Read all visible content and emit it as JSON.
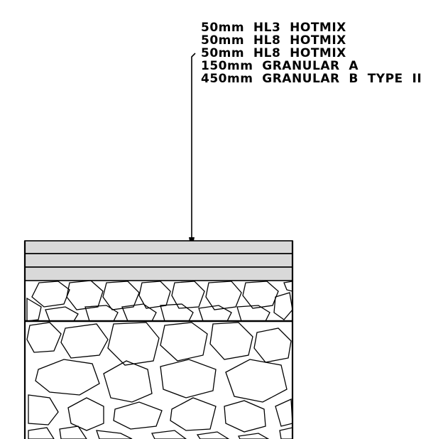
{
  "callout": {
    "layers": [
      "50mm  HL3  HOTMIX",
      "50mm  HL8  HOTMIX",
      "50mm  HL8  HOTMIX",
      "150mm  GRANULAR  A",
      "450mm  GRANULAR  B  TYPE  II"
    ]
  },
  "colors": {
    "line": "#000000",
    "asphalt_fill": "#d9d9d9",
    "background": "#ffffff"
  }
}
